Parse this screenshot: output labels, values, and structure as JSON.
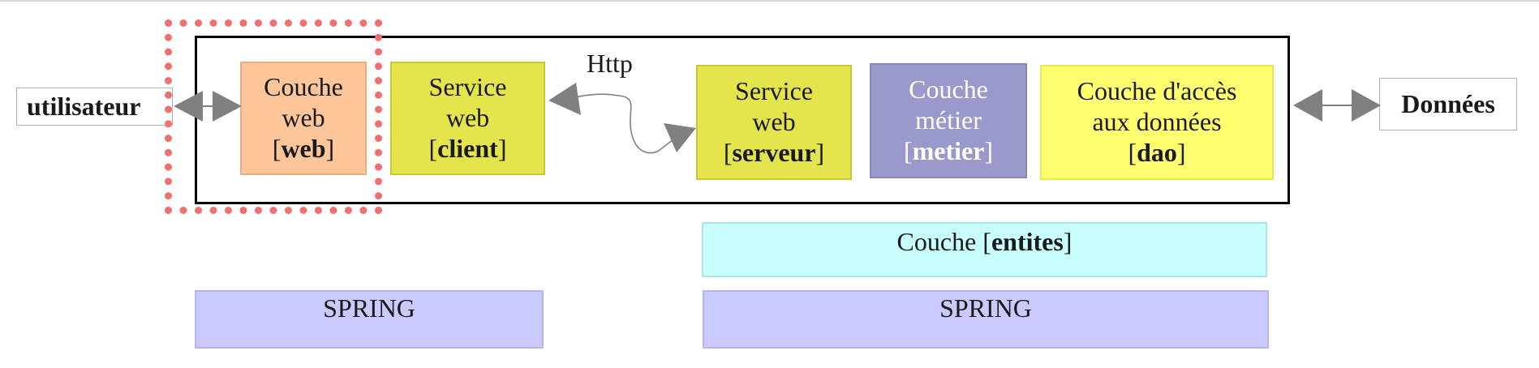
{
  "actors": {
    "user": "utilisateur",
    "data": "Données"
  },
  "layers": {
    "web": {
      "line1": "Couche",
      "line2": "web",
      "open": "[",
      "tag": "web",
      "close": "]"
    },
    "client": {
      "line1": "Service",
      "line2": "web",
      "open": "[",
      "tag": "client",
      "close": "]"
    },
    "server": {
      "line1": "Service",
      "line2": "web",
      "open": "[",
      "tag": "serveur",
      "close": "]"
    },
    "metier": {
      "line1": "Couche",
      "line2": "métier",
      "open": "[",
      "tag": "metier",
      "close": "]"
    },
    "dao": {
      "line1": "Couche d'accès",
      "line2": "aux données",
      "open": "[",
      "tag": "dao",
      "close": "]"
    }
  },
  "protocol_label": "Http",
  "entites": {
    "prefix": "Couche ",
    "open": "[",
    "tag": "entites",
    "close": "]"
  },
  "spring": {
    "left": "SPRING",
    "right": "SPRING"
  },
  "colors": {
    "web_layer": "#fcc69a",
    "service_layer": "#e4e44c",
    "metier_layer": "#9a99cc",
    "dao_layer": "#ffff70",
    "entites_layer": "#c8ffff",
    "spring_layer": "#cbcaff",
    "highlight_border": "#f07070",
    "arrow": "#808080"
  }
}
